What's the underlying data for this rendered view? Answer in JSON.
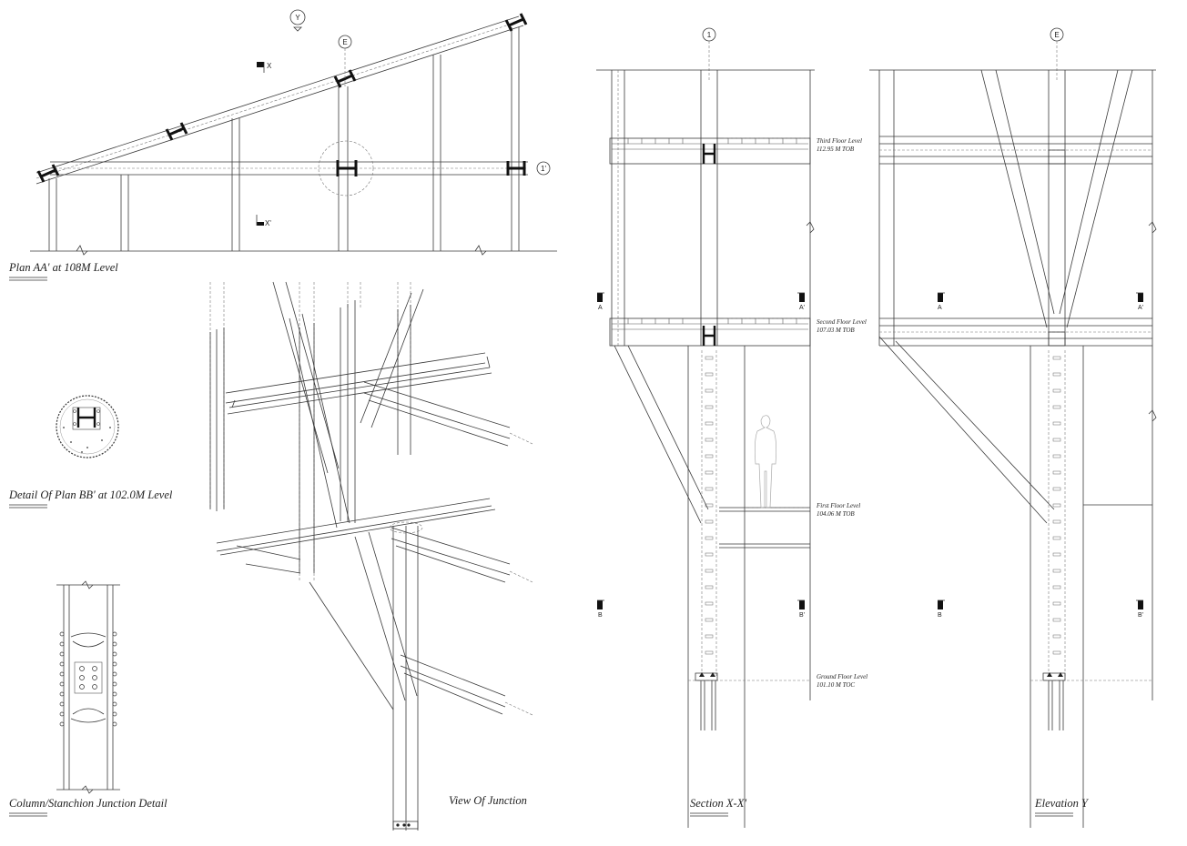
{
  "drawings": {
    "plan_aa": {
      "title": "Plan AA' at 108M Level",
      "grid_y": "Y",
      "grid_e": "E",
      "grid_1": "1'",
      "section_x": "X",
      "section_x_prime": "X'"
    },
    "plan_bb": {
      "title": "Detail Of Plan BB' at 102.0M Level"
    },
    "column_detail": {
      "title": "Column/Stanchion Junction Detail"
    },
    "junction_view": {
      "title": "View Of Junction"
    },
    "section_xx": {
      "title": "Section X-X'",
      "grid": "1",
      "tag_a": "A",
      "tag_a_prime": "A'",
      "tag_b": "B",
      "tag_b_prime": "B'"
    },
    "elevation_y": {
      "title": "Elevation Y",
      "grid": "E",
      "tag_a": "A",
      "tag_a_prime": "A'",
      "tag_b": "B",
      "tag_b_prime": "B'"
    }
  },
  "levels": [
    {
      "name": "Third Floor Level",
      "value": "112.95 M TOB"
    },
    {
      "name": "Second Floor Level",
      "value": "107.03 M TOB"
    },
    {
      "name": "First Floor Level",
      "value": "104.06 M TOB"
    },
    {
      "name": "Ground Floor Level",
      "value": "101.10 M TOC"
    }
  ]
}
